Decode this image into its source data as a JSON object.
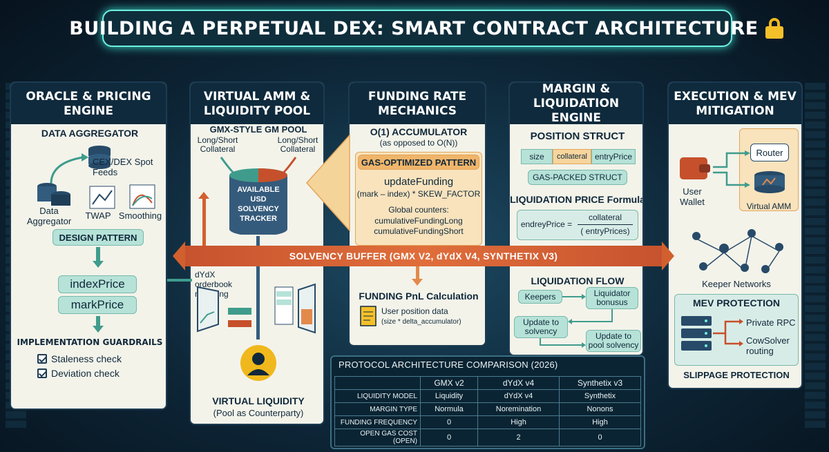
{
  "title": "BUILDING A PERPETUAL DEX: SMART CONTRACT ARCHITECTURE",
  "colors": {
    "teal": "#3f9c8c",
    "orange": "#d2602f",
    "navy": "#0e2a3c",
    "glow": "#6ff0df"
  },
  "oracle": {
    "heading": "ORACLE & PRICING ENGINE",
    "section": "DATA AGGREGATOR",
    "feeds": "CEX/DEX Spot Feeds",
    "agg_label": "Data Aggregator",
    "twap": "TWAP",
    "smoothing": "Smoothing",
    "pattern": "DESIGN PATTERN",
    "index_price": "indexPrice",
    "mark_price": "markPrice",
    "guardrails": "IMPLEMENTATION GUARDRAILS",
    "staleness": "Staleness check",
    "deviation": "Deviation check"
  },
  "vamm": {
    "heading": "VIRTUAL AMM & LIQUIDITY POOL",
    "pool": "GMX-STYLE GM POOL",
    "left_collateral": "Long/Short Collateral",
    "right_collateral": "Long/Short Collateral",
    "tracker": "AVAILABLE USD SOLVENCY TRACKER",
    "orderbook": "dYdX orderbook matching",
    "virtual": "VIRTUAL LIQUIDITY",
    "counterparty": "(Pool as Counterparty)"
  },
  "funding": {
    "heading": "FUNDING RATE MECHANICS",
    "accumulator": "O(1) ACCUMULATOR",
    "opposed": "(as opposed to O(N))",
    "gas_pattern": "GAS-OPTIMIZED PATTERN",
    "update_fn": "updateFunding",
    "formula": "(mark – index) * SKEW_FACTOR",
    "counters": "Global counters:",
    "long": "cumulativeFundingLong",
    "short": "cumulativeFundingShort",
    "pnl": "FUNDING PnL Calculation",
    "user_data": "User position data",
    "user_formula": "(size * delta_accumulator)"
  },
  "margin": {
    "heading": "MARGIN & LIQUIDATION ENGINE",
    "struct": "POSITION STRUCT",
    "fields": [
      "size",
      "collateral",
      "entryPrice"
    ],
    "packed": "GAS-PACKED STRUCT",
    "liq_formula_title": "LIQUIDATION PRICE Formula",
    "liq_lhs": "endreyPrice =",
    "liq_num": "collateral",
    "liq_den": "( entryPrices)",
    "flow": "LIQUIDATION FLOW",
    "keepers": "Keepers",
    "liquidator": "Liquidator bonusus",
    "update_solvency": "Update to solvency",
    "update_pool": "Update to pool solvency"
  },
  "execution": {
    "heading": "EXECUTION & MEV MITIGATION",
    "wallet": "User Wallet",
    "router": "Router",
    "vamm": "Virtual AMM",
    "keepers": "Keeper Networks",
    "mev": "MEV PROTECTION",
    "private_rpc": "Private RPC",
    "cowsolver": "CowSolver routing",
    "slippage": "SLIPPAGE PROTECTION"
  },
  "solvency_banner": "SOLVENCY BUFFER (GMX V2, dYdX V4, SYNTHETIX V3)",
  "comparison": {
    "title": "PROTOCOL ARCHITECTURE COMPARISON (2026)",
    "columns": [
      "",
      "GMX v2",
      "dYdX v4",
      "Synthetix v3"
    ],
    "rows": [
      [
        "LIQUIDITY MODEL",
        "Liquidity",
        "dYdX v4",
        "Synthetix"
      ],
      [
        "MARGIN TYPE",
        "Normula",
        "Noremination",
        "Nonons"
      ],
      [
        "FUNDING FREQUENCY",
        "0",
        "High",
        "High"
      ],
      [
        "OPEN GAS COST (OPEN)",
        "0",
        "2",
        "0"
      ]
    ]
  }
}
